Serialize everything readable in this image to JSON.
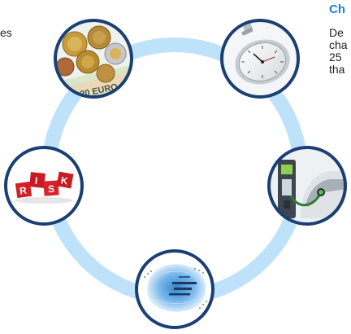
{
  "left_fragment": "es",
  "right_panel": {
    "heading": "Ch",
    "lines": [
      "De",
      "cha",
      "25",
      "tha"
    ]
  },
  "cycle": {
    "ring_color": "#bfe2fb",
    "node_border": "#1b3f73",
    "nodes": [
      {
        "name": "euro-money",
        "icon": "euro-coins-and-banknote",
        "label": "20 EURO"
      },
      {
        "name": "stopwatch",
        "icon": "stopwatch-icon"
      },
      {
        "name": "ev-charger",
        "icon": "electric-vehicle-charging-station"
      },
      {
        "name": "data-blob",
        "icon": "blue-data-cloud"
      },
      {
        "name": "risk-dice",
        "icon": "red-risk-cubes",
        "letters": [
          "R",
          "I",
          "S",
          "K"
        ]
      }
    ]
  }
}
